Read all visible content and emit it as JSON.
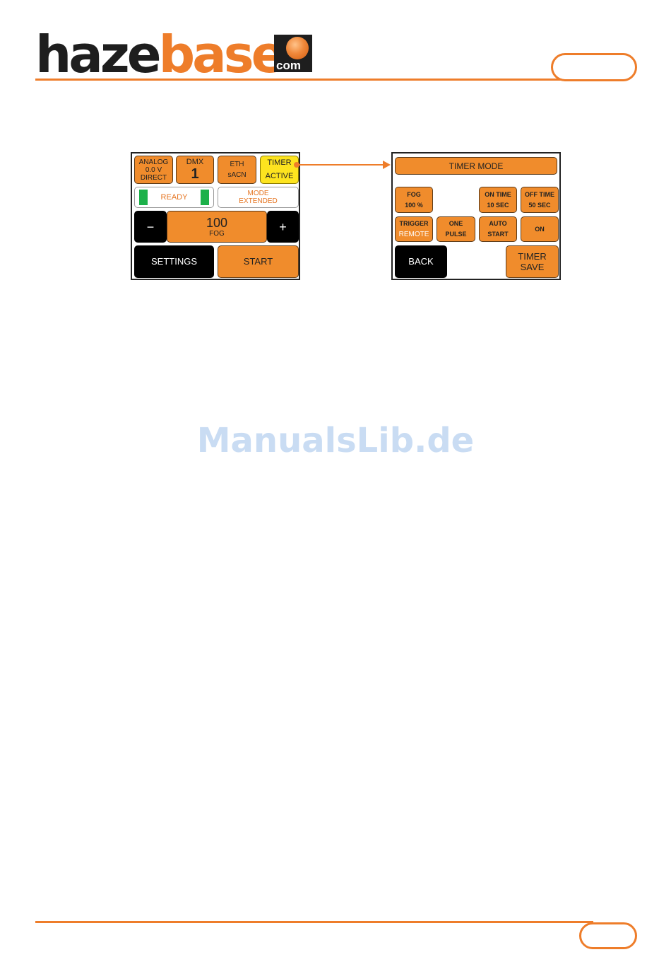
{
  "header": {
    "logo_part1": "haze",
    "logo_part2": "base",
    "logo_suffix": "com"
  },
  "watermark": "ManualsLib.de",
  "main_screen": {
    "analog": {
      "line1": "ANALOG",
      "line2": "0.0 V",
      "line3": "DIRECT"
    },
    "dmx": {
      "label": "DMX",
      "value": "1"
    },
    "eth": {
      "label": "ETH",
      "value": "sACN"
    },
    "timer": {
      "label": "TIMER",
      "value": "ACTIVE"
    },
    "status": "READY",
    "mode": {
      "label": "MODE",
      "value": "EXTENDED"
    },
    "minus": "−",
    "plus": "+",
    "fog": {
      "value": "100",
      "label": "FOG"
    },
    "settings": "SETTINGS",
    "start": "START"
  },
  "timer_screen": {
    "title": "TIMER MODE",
    "fog": {
      "label": "FOG",
      "value": "100 %"
    },
    "on_time": {
      "label": "ON TIME",
      "value": "10 SEC"
    },
    "off_time": {
      "label": "OFF TIME",
      "value": "50 SEC"
    },
    "trigger": {
      "label": "TRIGGER",
      "value": "REMOTE"
    },
    "one_pulse": {
      "line1": "ONE",
      "line2": "PULSE"
    },
    "auto_start": {
      "line1": "AUTO",
      "line2": "START"
    },
    "on": "ON",
    "back": "BACK",
    "timer_save": {
      "line1": "TIMER",
      "line2": "SAVE"
    }
  },
  "colors": {
    "accent": "#ee7d2a",
    "button": "#f08c2c",
    "active": "#fde41f",
    "ready": "#1db14a"
  }
}
